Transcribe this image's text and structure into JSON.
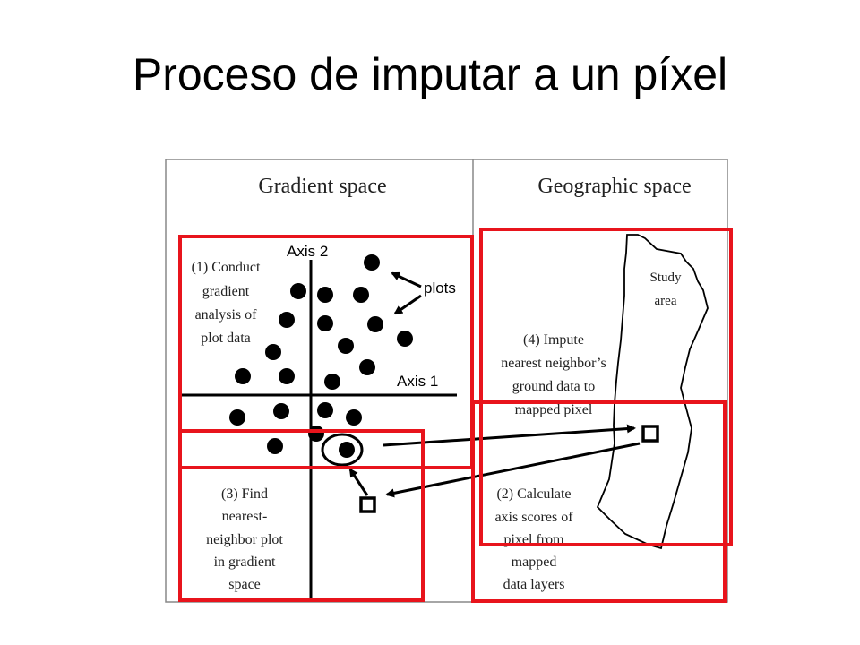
{
  "slide": {
    "title": "Proceso de imputar a un píxel"
  },
  "figure": {
    "panel_gradient_title": "Gradient space",
    "panel_geographic_title": "Geographic space",
    "axis1_label": "Axis 1",
    "axis2_label": "Axis 2",
    "plots_label": "plots",
    "study_area_label": [
      "Study",
      "area"
    ],
    "step1_label": [
      "(1) Conduct",
      "gradient",
      "analysis of",
      "plot data"
    ],
    "step2_label": [
      "(2) Calculate",
      "axis scores of",
      "pixel from",
      "mapped",
      "data layers"
    ],
    "step3_label": [
      "(3) Find",
      "nearest-",
      "neighbor plot",
      "in gradient",
      "space"
    ],
    "step4_label": [
      "(4) Impute",
      "nearest neighbor’s",
      "ground data to",
      "mapped pixel"
    ]
  },
  "colors": {
    "highlight_box": "#e8141c",
    "ink": "#000000",
    "panel_border": "#888888"
  },
  "icons": {
    "pixel_marker": "square-marker-icon",
    "plot_point": "dot-icon",
    "arrow": "arrow-icon"
  }
}
